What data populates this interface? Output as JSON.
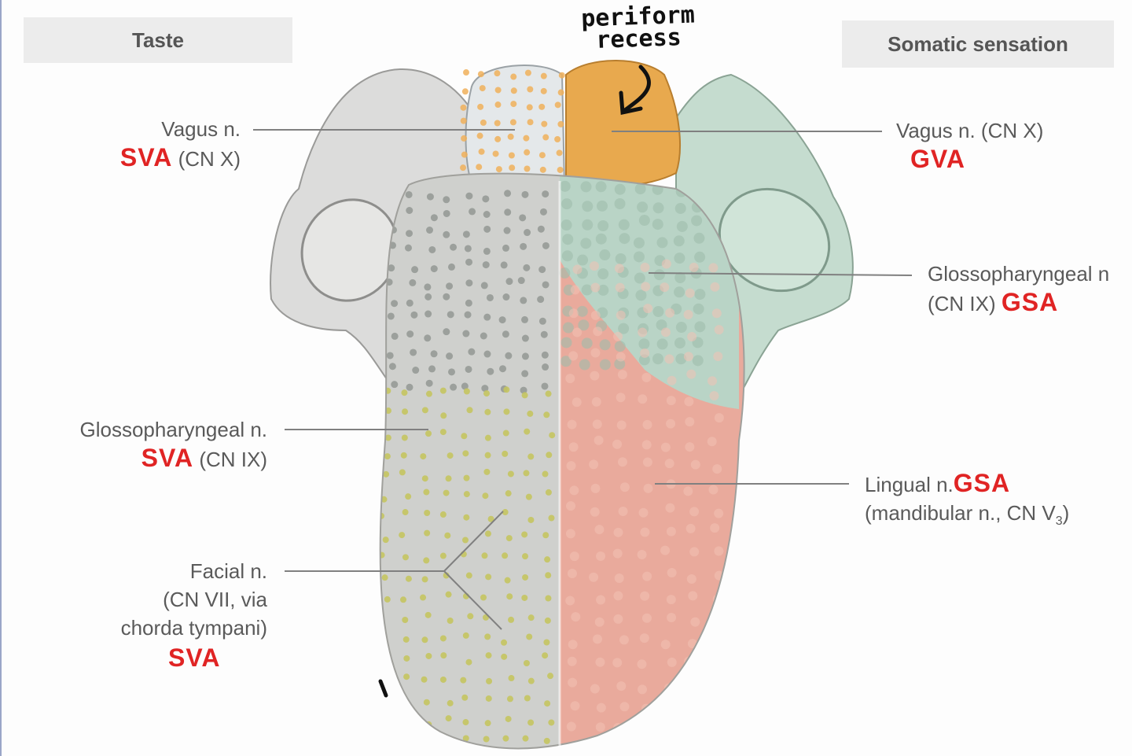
{
  "headers": {
    "taste": "Taste",
    "somatic": "Somatic sensation"
  },
  "annotation": {
    "line1": "periform",
    "line2": "recess"
  },
  "left_labels": {
    "vagus_name": "Vagus n.",
    "vagus_type": "SVA",
    "vagus_cn": "(CN X)",
    "glosso_name": "Glossopharyngeal n.",
    "glosso_type": "SVA",
    "glosso_cn": "(CN IX)",
    "facial_name": "Facial n.",
    "facial_line2": "(CN VII, via",
    "facial_line3": "chorda tympani)",
    "facial_type": "SVA"
  },
  "right_labels": {
    "vagus_name": "Vagus n. (CN X)",
    "vagus_type": "GVA",
    "glosso_name": "Glossopharyngeal n",
    "glosso_cn": "(CN IX)",
    "glosso_type": "GSA",
    "lingual_name": "Lingual n.",
    "lingual_type": "GSA",
    "lingual_detail": "(mandibular n., CN V",
    "lingual_sub": "3",
    "lingual_close": ")"
  },
  "colors": {
    "accent_red": "#e02424",
    "vagus_orange": "#e8a94e",
    "glosso_green": "#b9d4c6",
    "lingual_pink": "#e9aa9c",
    "taste_grey": "#c9c9c7",
    "dot_orange": "#f0b05a",
    "dot_olive": "#c4c460",
    "dot_grey": "#8e9490"
  }
}
